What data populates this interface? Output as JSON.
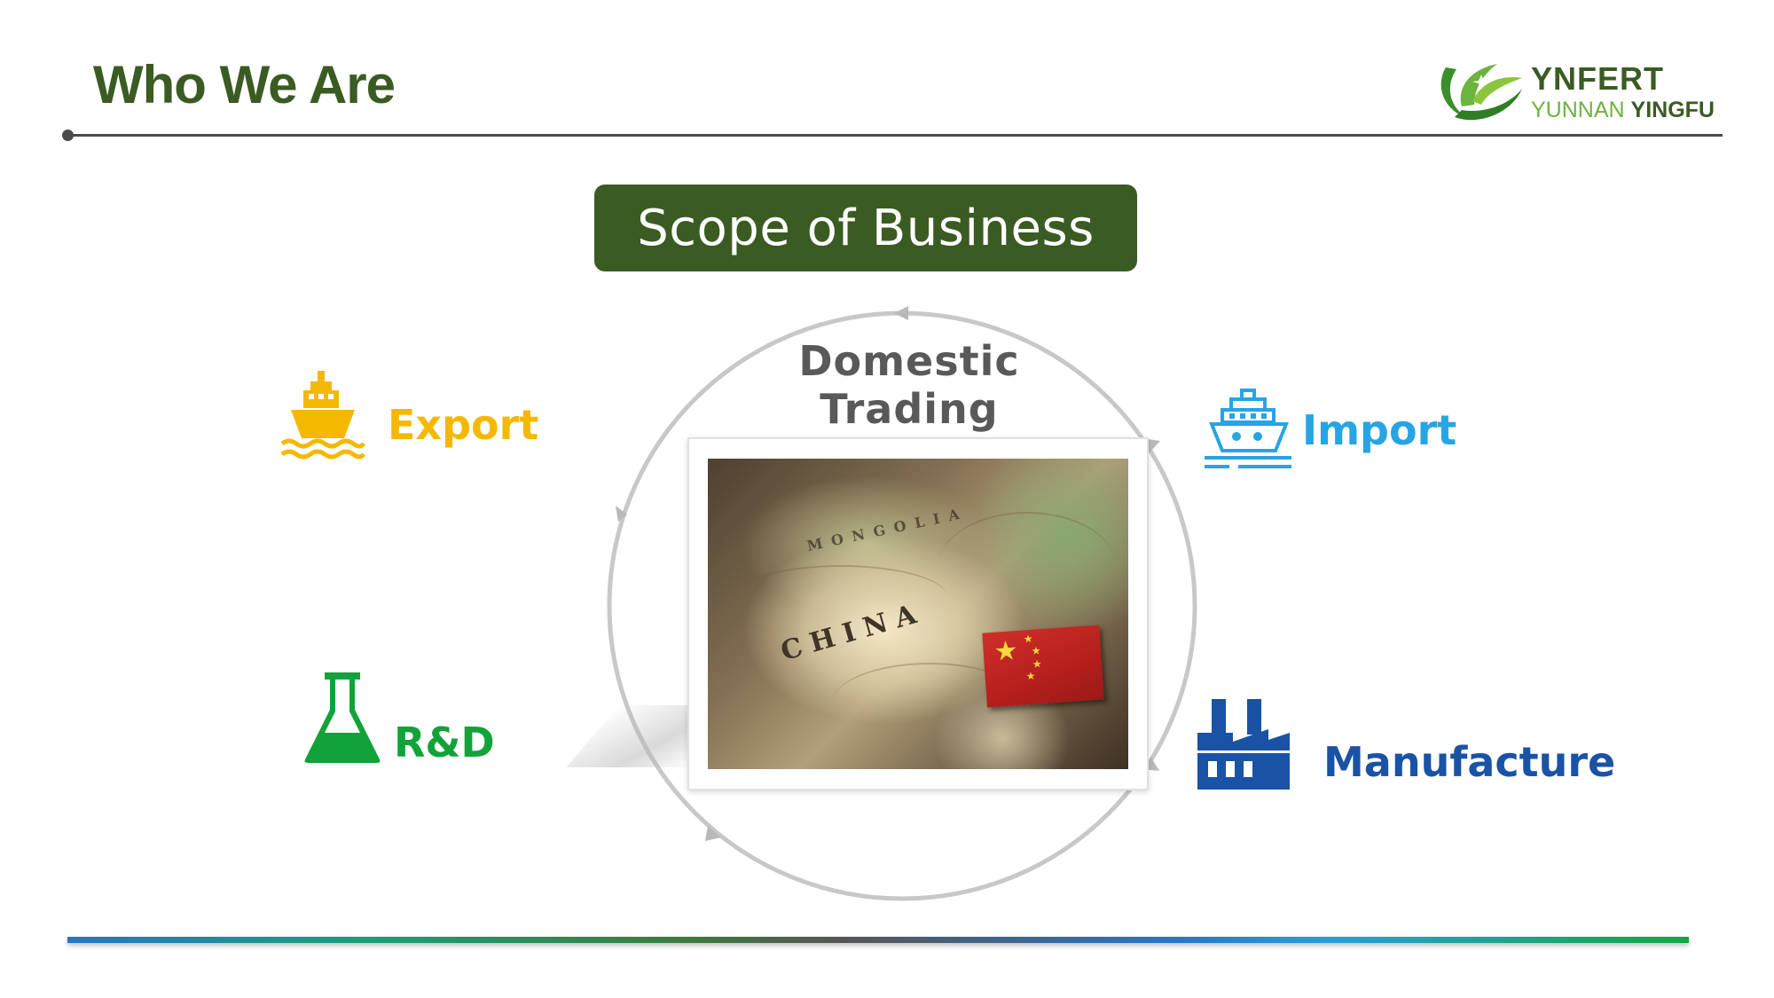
{
  "header": {
    "title": "Who We Are"
  },
  "logo": {
    "brand": "YNFERT",
    "sub_line_part1": "YUNNAN",
    "sub_line_part2": "YINGFU",
    "colors": {
      "dark_green": "#3a5b22",
      "light_green": "#6db33f"
    },
    "icon": "leaf-swoosh-logo-icon"
  },
  "scope": {
    "banner_text": "Scope of Business",
    "banner_color": "#3a5b22"
  },
  "center": {
    "label": "Domestic Trading",
    "label_line1": "Domestic",
    "label_line2": "Trading",
    "image_icon": "china-map-with-flag-image",
    "map_text_1": "MONGOLIA",
    "map_text_2": "CHINA"
  },
  "items": {
    "export": {
      "label": "Export",
      "icon": "cargo-ship-icon",
      "color": "#f5b800"
    },
    "import": {
      "label": "Import",
      "icon": "cruise-ship-icon",
      "color": "#27a4e4"
    },
    "rd": {
      "label": "R&D",
      "icon": "lab-flask-icon",
      "color": "#12a23a"
    },
    "manufacture": {
      "label": "Manufacture",
      "icon": "factory-icon",
      "color": "#1a52a5"
    }
  }
}
